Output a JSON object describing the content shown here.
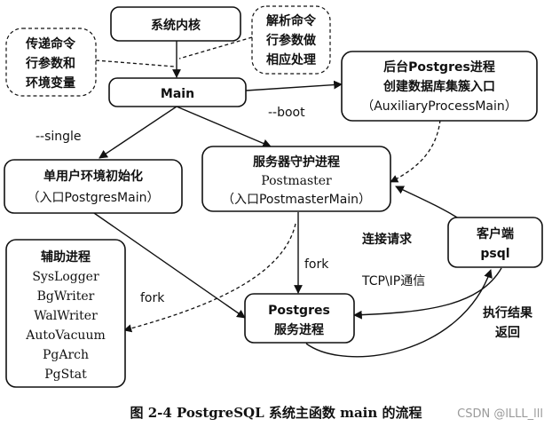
{
  "nodes": {
    "kernel": {
      "lines": [
        "系统内核"
      ]
    },
    "main": {
      "lines": [
        "Main"
      ]
    },
    "aux_main": {
      "lines": [
        "后台Postgres进程",
        "创建数据库集簇入口",
        "（AuxiliaryProcessMain）"
      ]
    },
    "single_user": {
      "lines": [
        "单用户环境初始化",
        "（入口PostgresMain）"
      ]
    },
    "postmaster": {
      "lines": [
        "服务器守护进程",
        "Postmaster",
        "（入口PostmasterMain）"
      ]
    },
    "client": {
      "lines": [
        "客户端",
        "psql"
      ]
    },
    "aux_procs": {
      "lines": [
        "辅助进程",
        "SysLogger",
        "BgWriter",
        "WalWriter",
        "AutoVacuum",
        "PgArch",
        "PgStat"
      ]
    },
    "postgres": {
      "lines": [
        "Postgres",
        "服务进程"
      ]
    }
  },
  "notes": {
    "pass_args": {
      "lines": [
        "传递命令",
        "行参数和",
        "环境变量"
      ]
    },
    "parse_args": {
      "lines": [
        "解析命令",
        "行参数做",
        "相应处理"
      ]
    }
  },
  "edge_labels": {
    "single": "--single",
    "boot": "--boot",
    "fork_postgres": "fork",
    "fork_aux": "fork",
    "connect_request": "连接请求",
    "tcpip": "TCP\\IP通信",
    "result_line1": "执行结果",
    "result_line2": "返回"
  },
  "caption": "图 2-4   PostgreSQL 系统主函数 main 的流程",
  "watermark": "CSDN @lLLL_lll"
}
